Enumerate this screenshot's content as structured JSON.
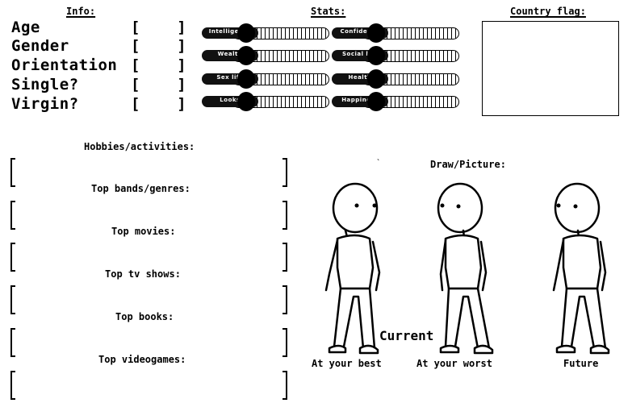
{
  "headers": {
    "info": "Info:",
    "stats": "Stats:",
    "flag": "Country flag:"
  },
  "info_fields": [
    {
      "label": "Age"
    },
    {
      "label": "Gender"
    },
    {
      "label": "Orientation"
    },
    {
      "label": "Single?"
    },
    {
      "label": "Virgin?"
    }
  ],
  "stats_left": [
    "Intelligence",
    "Wealth",
    "Sex life",
    "Looks"
  ],
  "stats_right": [
    "Confidence",
    "Social life",
    "Health",
    "Happiness"
  ],
  "sections": [
    "Hobbies/activities:",
    "Top bands/genres:",
    "Top movies:",
    "Top tv shows:",
    "Top books:",
    "Top videogames:"
  ],
  "draw": {
    "title": "Draw/Picture:",
    "current": "Current",
    "labels": [
      "At your best",
      "At your worst",
      "Future"
    ]
  }
}
